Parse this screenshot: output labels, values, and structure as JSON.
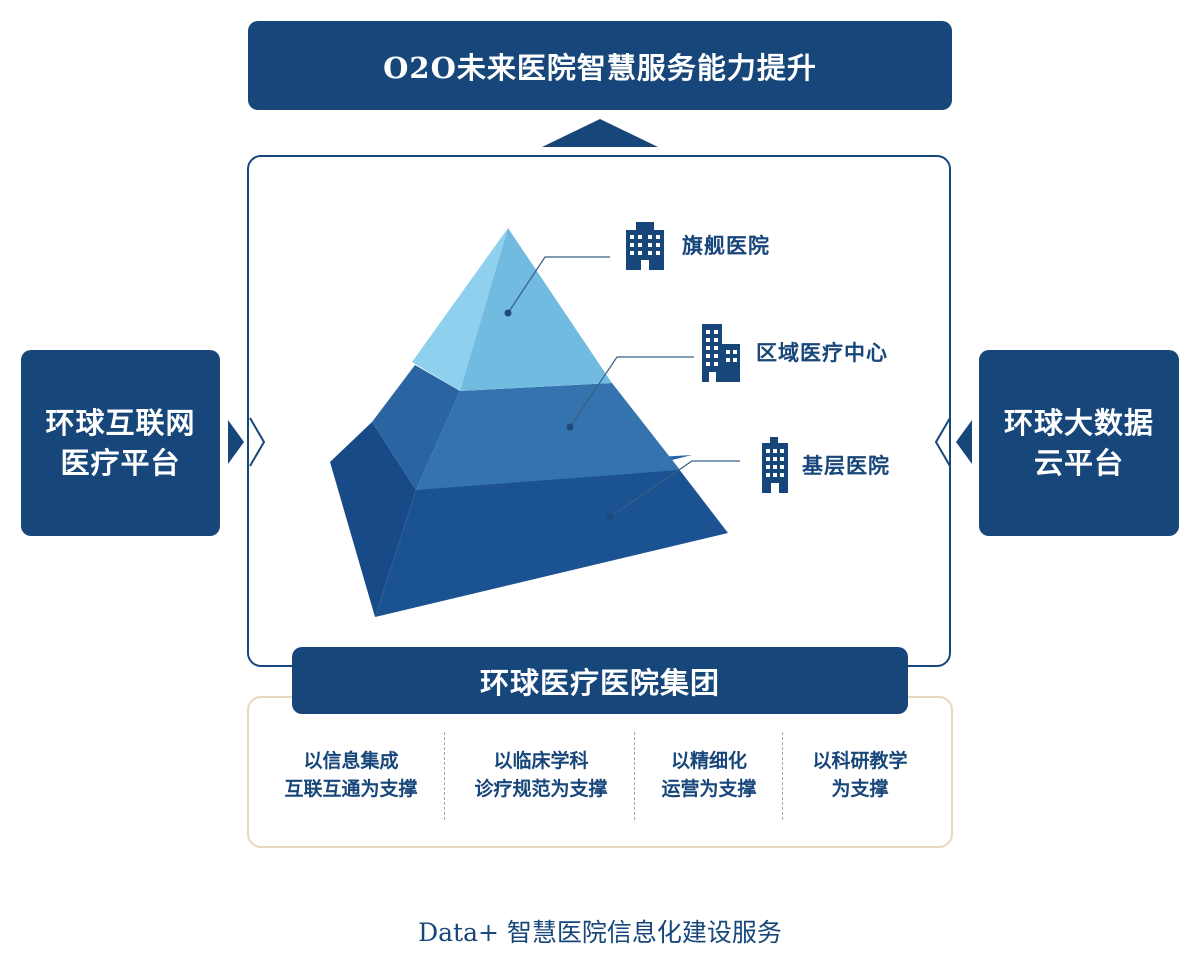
{
  "top_banner": "O2O未来医院智慧服务能力提升",
  "left_box": {
    "line1": "环球互联网",
    "line2": "医疗平台"
  },
  "right_box": {
    "line1": "环球大数据",
    "line2": "云平台"
  },
  "tiers": {
    "top": {
      "label": "旗舰医院",
      "icon": "hospital-building-icon"
    },
    "middle": {
      "label": "区域医疗中心",
      "icon": "hospital-building-icon"
    },
    "bottom": {
      "label": "基层医院",
      "icon": "hospital-building-icon"
    }
  },
  "bottom_banner": "环球医疗医院集团",
  "supports": [
    {
      "line1": "以信息集成",
      "line2": "互联互通为支撑"
    },
    {
      "line1": "以临床学科",
      "line2": "诊疗规范为支撑"
    },
    {
      "line1": "以精细化",
      "line2": "运营为支撑"
    },
    {
      "line1": "以科研教学",
      "line2": "为支撑"
    }
  ],
  "caption": "Data+ 智慧医院信息化建设服务",
  "colors": {
    "navy": "#17467a",
    "tier_top": "#7cc3e6",
    "tier_middle": "#2f6ea8",
    "tier_bottom": "#1b5291",
    "border_beige": "#e6d8c0"
  }
}
